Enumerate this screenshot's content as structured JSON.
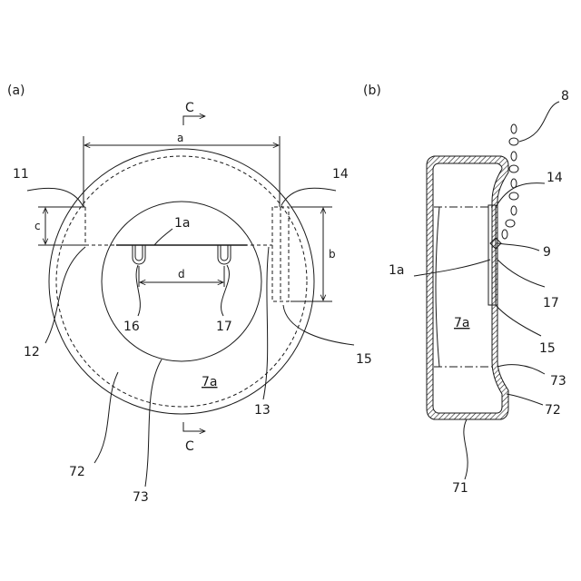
{
  "panels": {
    "a": "(a)",
    "b": "(b)"
  },
  "section_marks": {
    "top": "C",
    "bottom": "C"
  },
  "dimensions": {
    "a": "a",
    "b": "b",
    "c": "c",
    "d": "d"
  },
  "labels_a": {
    "n11": "11",
    "n14": "14",
    "n1a": "1a",
    "n16": "16",
    "n17": "17",
    "n12": "12",
    "n15": "15",
    "n7a": "7a",
    "n13": "13",
    "n72": "72",
    "n73": "73"
  },
  "labels_b": {
    "n8": "8",
    "n14": "14",
    "n9": "9",
    "n1a": "1a",
    "n17": "17",
    "n7a": "7a",
    "n15": "15",
    "n73": "73",
    "n72": "72",
    "n71": "71"
  }
}
